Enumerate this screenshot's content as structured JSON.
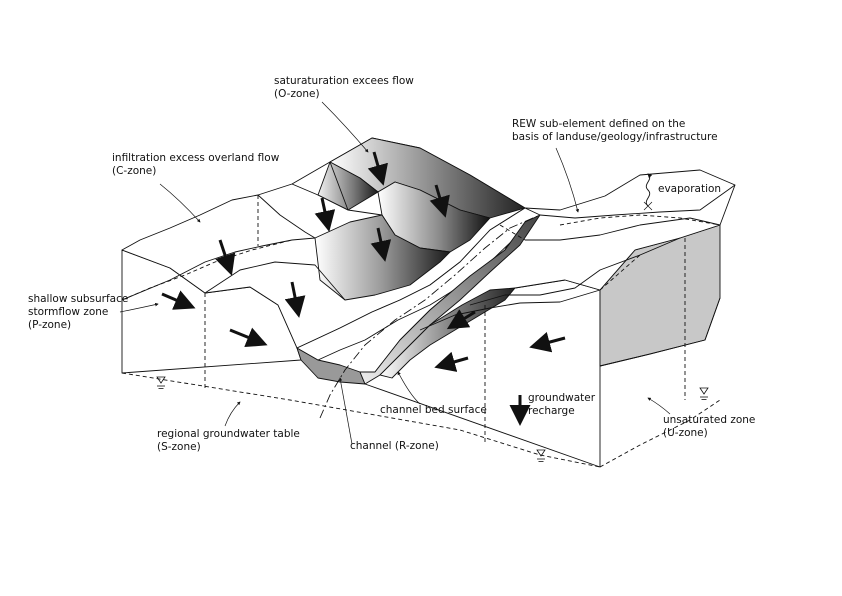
{
  "labels": {
    "saturation_flow": {
      "line1": "saturaturation excees flow",
      "line2": "(O-zone)"
    },
    "rew_subelement": {
      "line1": "REW sub-element defined on the",
      "line2": "basis of landuse/geology/infrastructure"
    },
    "infiltration_flow": {
      "line1": "infiltration excess overland flow",
      "line2": "(C-zone)"
    },
    "evaporation": {
      "line1": "evaporation"
    },
    "shallow_subsurface": {
      "line1": "shallow subsurface",
      "line2": "stormflow zone",
      "line3": "(P-zone)"
    },
    "groundwater_recharge": {
      "line1": "groundwater",
      "line2": "recharge"
    },
    "channel_bed": {
      "line1": "channel bed surface"
    },
    "regional_groundwater": {
      "line1": "regional groundwater table",
      "line2": "(S-zone)"
    },
    "channel": {
      "line1": "channel (R-zone)"
    },
    "unsaturated_zone": {
      "line1": "unsaturated zone",
      "line2": "(U-zone)"
    }
  },
  "colors": {
    "ink": "#111111",
    "shade_light": "#ffffff",
    "shade_dark": "#1a1a1a",
    "side_gray": "#c8c8c8"
  }
}
